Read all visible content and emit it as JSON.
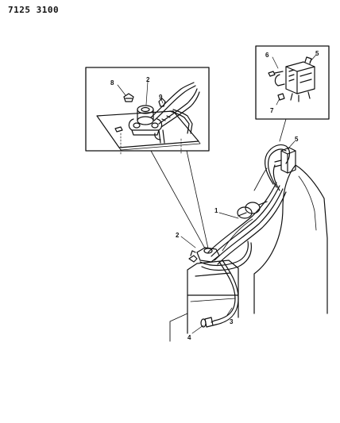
{
  "header": {
    "code": "7125 3100"
  },
  "callouts": {
    "detail_left": {
      "c8": "8",
      "c2": "2",
      "c9": "9"
    },
    "detail_right": {
      "c6": "6",
      "c5": "5",
      "c7": "7"
    },
    "main": {
      "c5": "5",
      "c1": "1",
      "c2": "2",
      "c3": "3",
      "c4": "4"
    }
  },
  "colors": {
    "ink": "#111111",
    "paper": "#ffffff"
  }
}
